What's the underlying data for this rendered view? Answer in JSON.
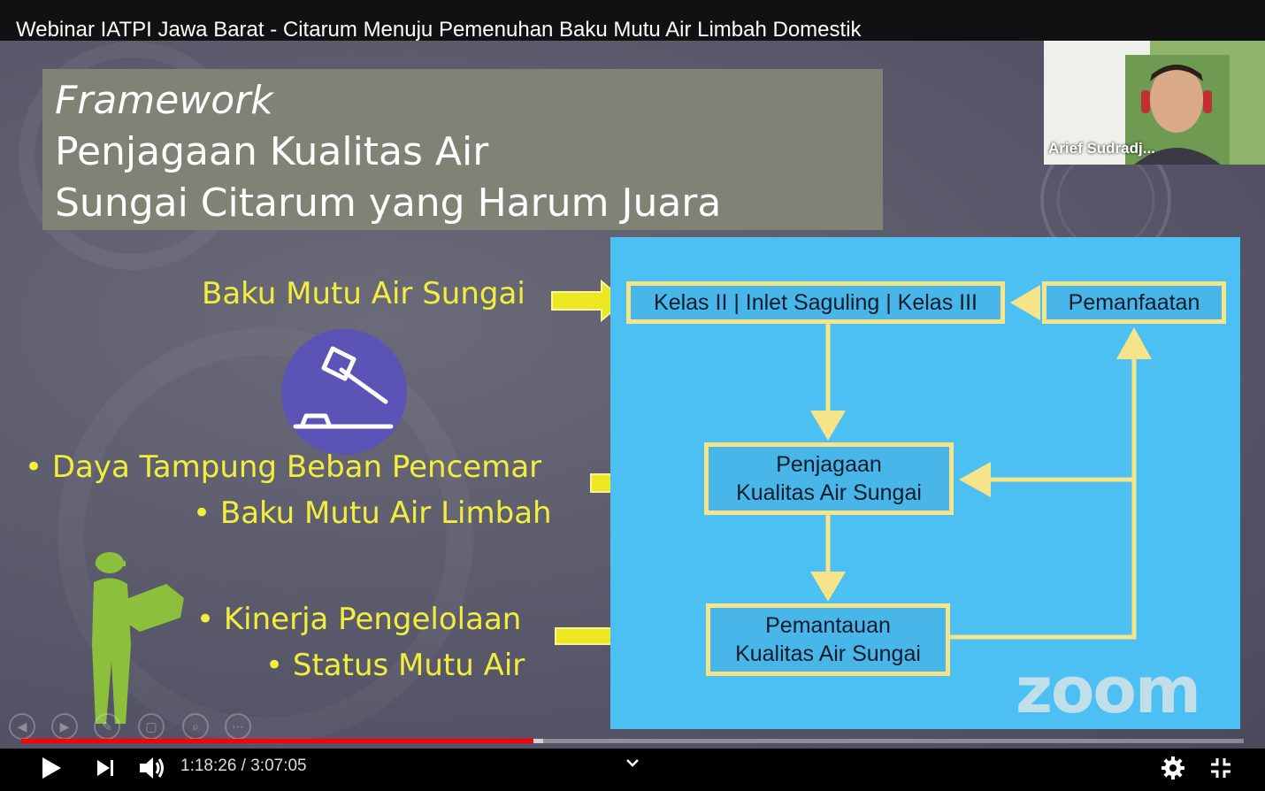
{
  "video": {
    "title": "Webinar IATPI Jawa Barat - Citarum Menuju Pemenuhan Baku Mutu Air Limbah Domestik"
  },
  "slide": {
    "heading_italic": "Framework",
    "heading_line2": "Penjagaan Kualitas Air",
    "heading_line3": "Sungai Citarum yang Harum Juara",
    "left_labels": {
      "baku_mutu_air_sungai": "Baku Mutu Air Sungai",
      "daya_tampung": "Daya Tampung Beban Pencemar",
      "baku_mutu_air_limbah": "Baku Mutu Air Limbah",
      "kinerja": "Kinerja Pengelolaan",
      "status_mutu": "Status Mutu Air"
    },
    "diagram": {
      "kelas": "Kelas II | Inlet Saguling | Kelas III",
      "pemanfaatan": "Pemanfaatan",
      "penjagaan_1": "Penjagaan",
      "penjagaan_2": "Kualitas Air Sungai",
      "pemantauan_1": "Pemantauan",
      "pemantauan_2": "Kualitas Air Sungai"
    },
    "watermark": "zoom",
    "colors": {
      "panel": "#4cc0f2",
      "label_yellow": "#f2ee3e",
      "box_border": "#f6e48a"
    }
  },
  "participant": {
    "name": "Arief Sudradj..."
  },
  "player": {
    "time": "1:18:26 / 3:07:05",
    "played_fraction": 0.419,
    "buffered_fraction": 0.427,
    "icons": [
      "play-icon",
      "next-icon",
      "volume-icon",
      "chevron-down-icon",
      "settings-icon",
      "exit-fullscreen-icon"
    ],
    "colors": {
      "progress": "#ff0000"
    }
  }
}
